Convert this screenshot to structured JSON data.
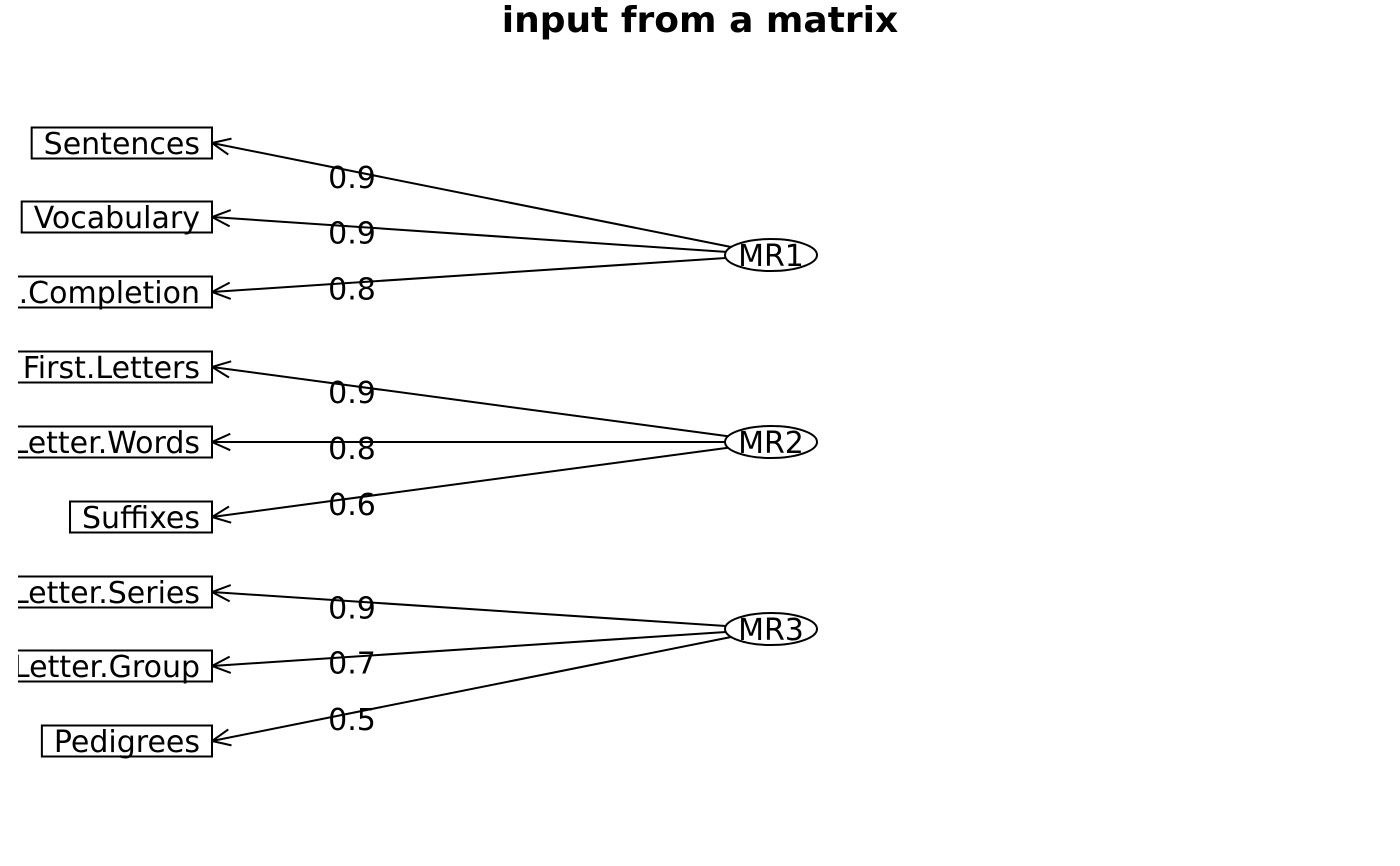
{
  "title": "input from a matrix",
  "variables": [
    {
      "id": "v1",
      "label": "Sentences"
    },
    {
      "id": "v2",
      "label": "Vocabulary"
    },
    {
      "id": "v3",
      "label": "Sent.Completion"
    },
    {
      "id": "v4",
      "label": "First.Letters"
    },
    {
      "id": "v5",
      "label": "Four.Letter.Words"
    },
    {
      "id": "v6",
      "label": "Suffixes"
    },
    {
      "id": "v7",
      "label": "Letter.Series"
    },
    {
      "id": "v8",
      "label": "Letter.Group"
    },
    {
      "id": "v9",
      "label": "Pedigrees"
    }
  ],
  "factors": [
    {
      "id": "f1",
      "label": "MR1"
    },
    {
      "id": "f2",
      "label": "MR2"
    },
    {
      "id": "f3",
      "label": "MR3"
    }
  ],
  "edges": [
    {
      "from": "f1",
      "to": "v1",
      "weight": "0.9"
    },
    {
      "from": "f1",
      "to": "v2",
      "weight": "0.9"
    },
    {
      "from": "f1",
      "to": "v3",
      "weight": "0.8"
    },
    {
      "from": "f2",
      "to": "v4",
      "weight": "0.9"
    },
    {
      "from": "f2",
      "to": "v5",
      "weight": "0.8"
    },
    {
      "from": "f2",
      "to": "v6",
      "weight": "0.6"
    },
    {
      "from": "f3",
      "to": "v7",
      "weight": "0.9"
    },
    {
      "from": "f3",
      "to": "v8",
      "weight": "0.7"
    },
    {
      "from": "f3",
      "to": "v9",
      "weight": "0.5"
    }
  ]
}
